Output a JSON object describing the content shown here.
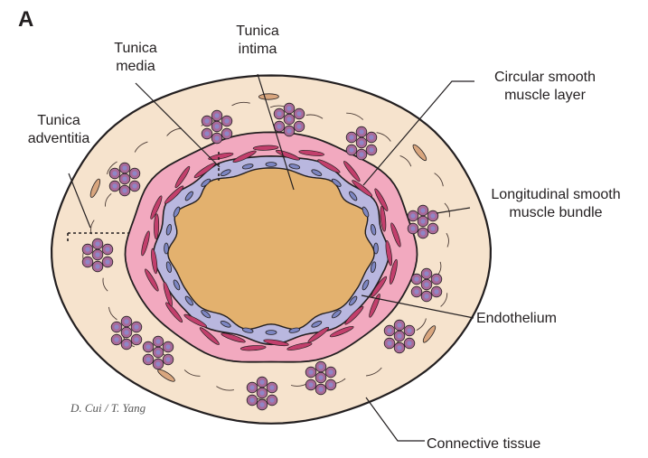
{
  "figure": {
    "panel_letter": "A",
    "signature": "D. Cui / T. Yang"
  },
  "labels": {
    "tunica_media": [
      "Tunica",
      "media"
    ],
    "tunica_intima": [
      "Tunica",
      "intima"
    ],
    "tunica_adventitia": [
      "Tunica",
      "adventitia"
    ],
    "circular_smooth_muscle": [
      "Circular smooth",
      "muscle layer"
    ],
    "longitudinal_smooth_muscle": [
      "Longitudinal smooth",
      "muscle bundle"
    ],
    "endothelium": "Endothelium",
    "connective_tissue": "Connective tissue"
  },
  "colors": {
    "adventitia": "#f6e3cd",
    "media": "#f2a9bf",
    "intima": "#b9b7df",
    "lumen": "#fdf3e4",
    "endothelium": "#e3b16e",
    "bundle_cell": "#a96a98",
    "bundle_nucleus": "#8f86c6",
    "line": "#231f20"
  }
}
